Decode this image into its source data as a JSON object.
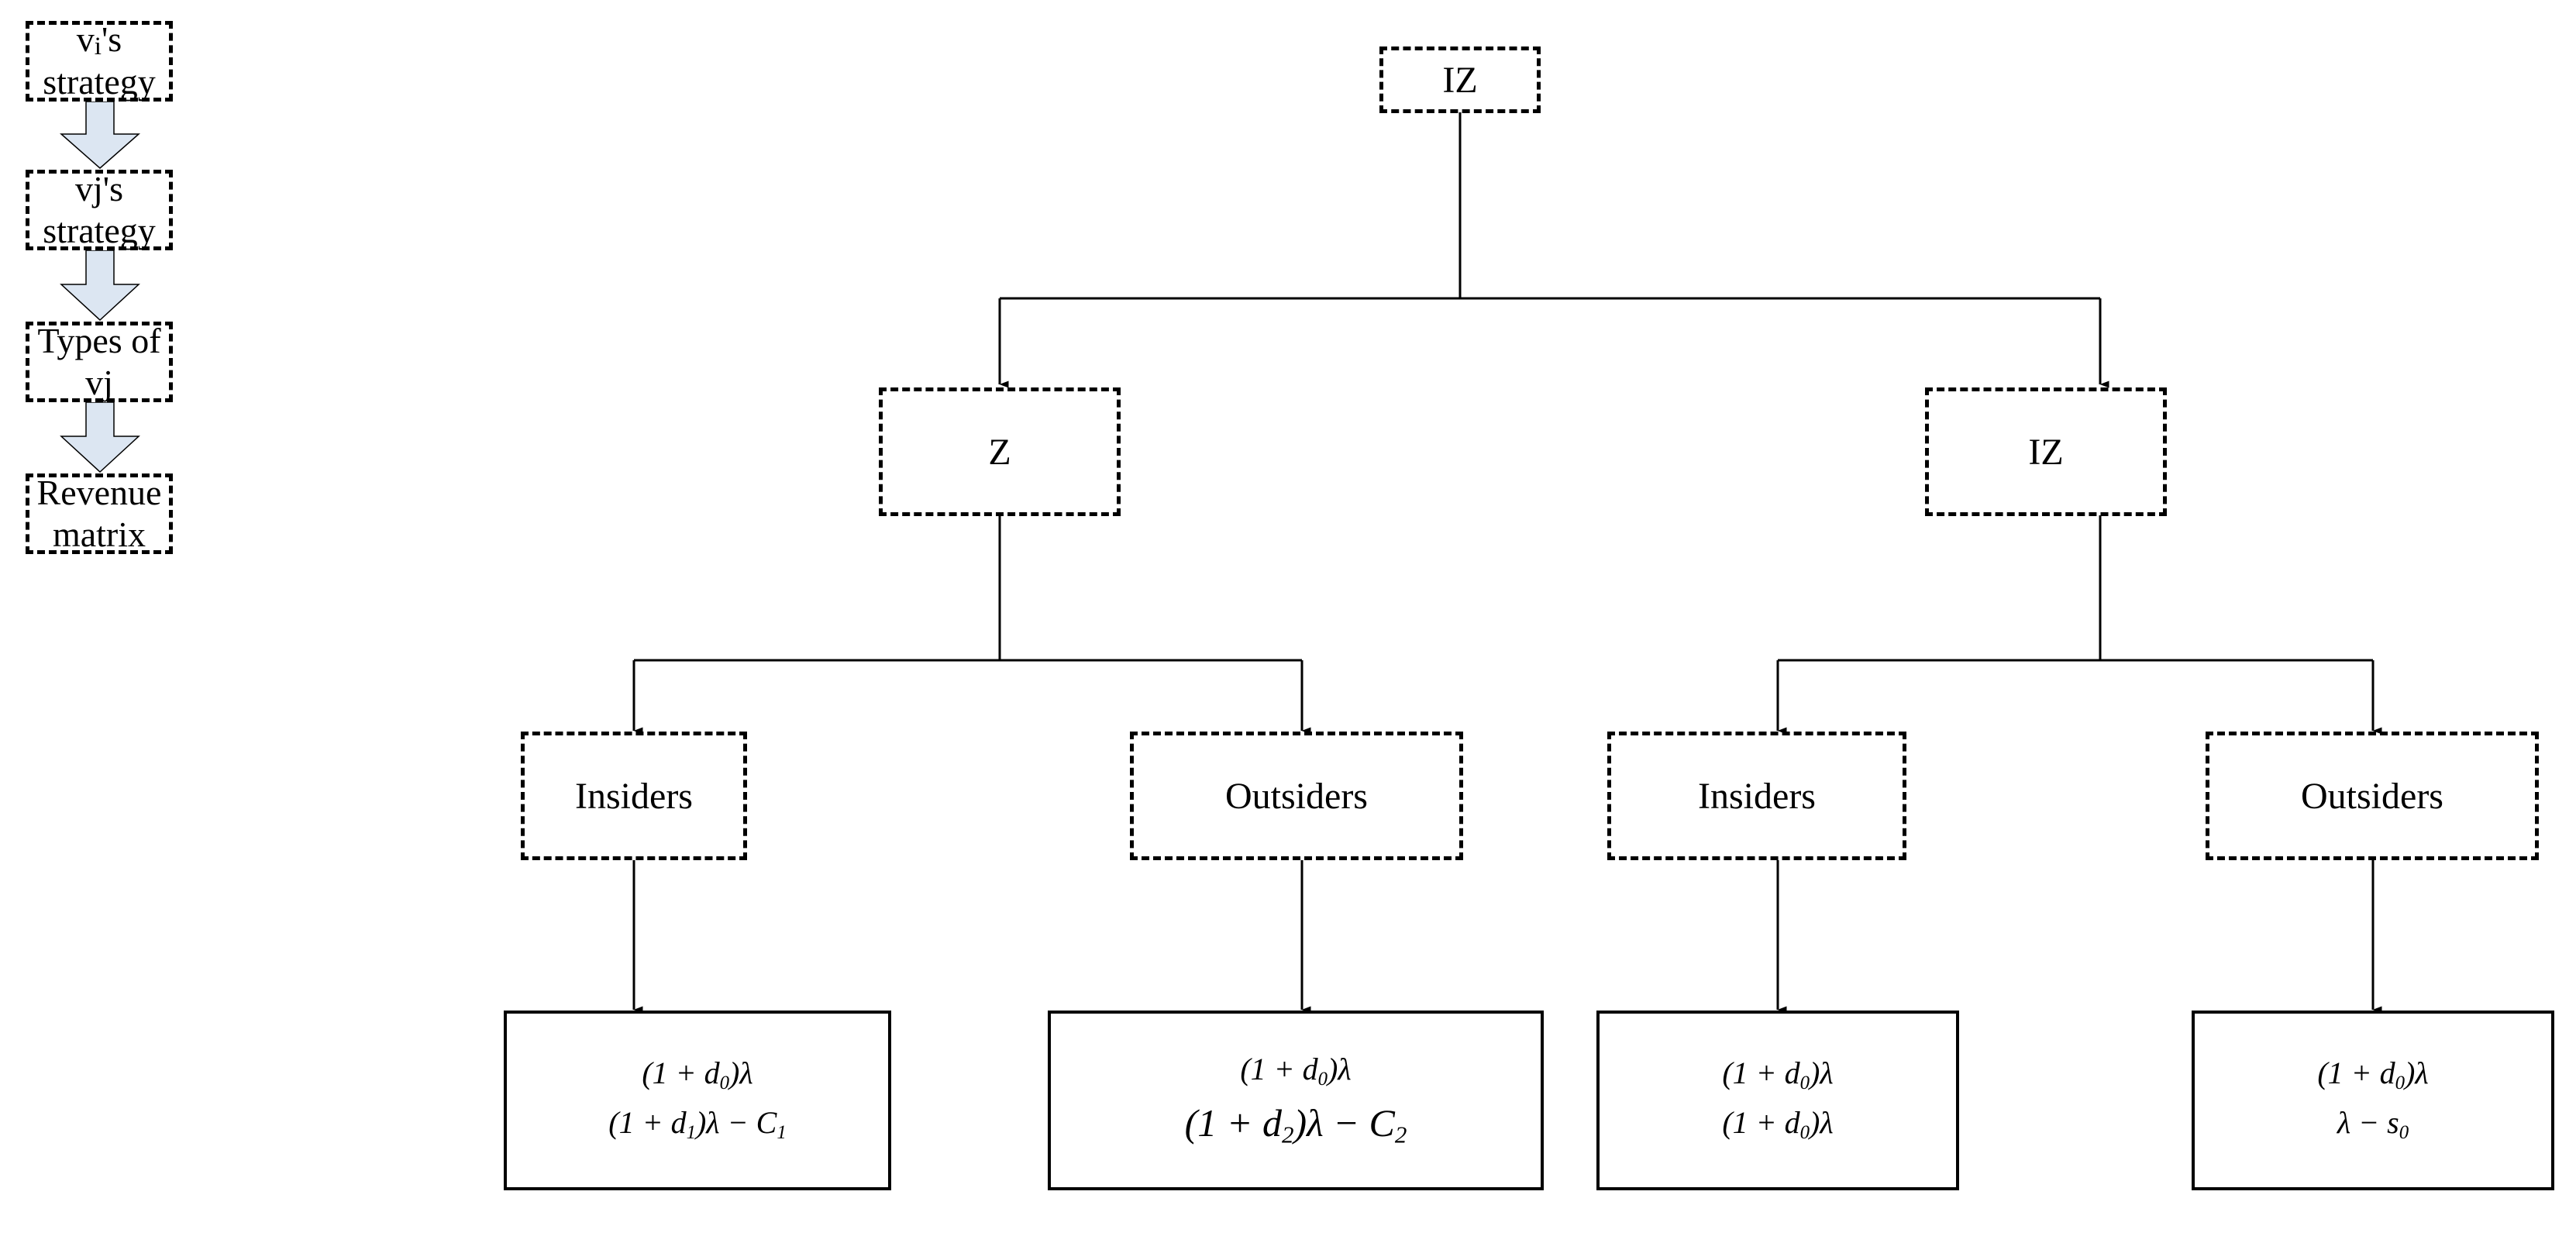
{
  "flow_column": {
    "boxes": [
      {
        "name": "vi-strategy",
        "lines": [
          "v",
          "i",
          "'s",
          "strategy"
        ],
        "line1_main": "v",
        "line1_sub": "i",
        "line1_tail": "'s",
        "line2": "strategy"
      },
      {
        "name": "vj-strategy",
        "line1": "vj's",
        "line2": "strategy"
      },
      {
        "name": "types-of-vj",
        "line1": "Types of",
        "line2": "vj"
      },
      {
        "name": "revenue-matrix",
        "line1": "Revenue",
        "line2": "matrix"
      }
    ],
    "arrow_fill": "#dce6f2",
    "arrow_stroke": "#000000"
  },
  "tree": {
    "root": {
      "label": "IZ"
    },
    "level2": [
      {
        "label": "Z"
      },
      {
        "label": "IZ"
      }
    ],
    "level3": [
      {
        "label": "Insiders"
      },
      {
        "label": "Outsiders"
      },
      {
        "label": "Insiders"
      },
      {
        "label": "Outsiders"
      }
    ],
    "payoffs": [
      {
        "line1": "(1 + d",
        "line1_sub": "0",
        "line1_tail": ")λ",
        "line2": "(1 + d",
        "line2_sub": "1",
        "line2_tail": ")λ − C",
        "line2_sub2": "1"
      },
      {
        "line1": "(1 + d",
        "line1_sub": "0",
        "line1_tail": ")λ",
        "line2": "(1 + d",
        "line2_sub": "2",
        "line2_tail": ")λ − C",
        "line2_sub2": "2"
      },
      {
        "line1": "(1 + d",
        "line1_sub": "0",
        "line1_tail": ")λ",
        "line2": "(1 + d",
        "line2_sub": "0",
        "line2_tail": ")λ",
        "line2_sub2": ""
      },
      {
        "line1": "(1 + d",
        "line1_sub": "0",
        "line1_tail": ")λ",
        "line2": "λ − s",
        "line2_sub": "0",
        "line2_tail": "",
        "line2_sub2": ""
      }
    ]
  },
  "colors": {
    "stroke": "#000000",
    "arrow_fill": "#dce6f2",
    "background": "#ffffff"
  }
}
